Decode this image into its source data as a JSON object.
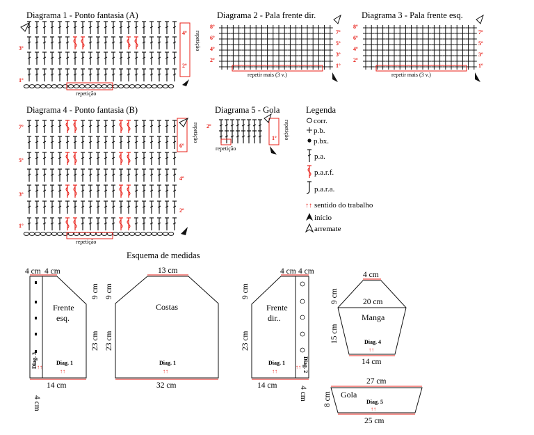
{
  "diagram1": {
    "title": "Diagrama 1 - Ponto fantasia (A)",
    "rows": [
      "1º",
      "2º",
      "3º",
      "4º"
    ],
    "side_label": "repetição",
    "repeat_label": "repetição"
  },
  "diagram2": {
    "title": "Diagrama 2 - Pala frente dir.",
    "left_rows": [
      "8º",
      "6º",
      "4º",
      "2º"
    ],
    "right_rows": [
      "7º",
      "5º",
      "3º",
      "1º"
    ],
    "repeat_label": "repetir mais (3 v.)"
  },
  "diagram3": {
    "title": "Diagrama 3 - Pala frente esq.",
    "left_rows": [
      "8º",
      "6º",
      "4º",
      "2º"
    ],
    "right_rows": [
      "7º",
      "5º",
      "3º",
      "1º"
    ],
    "repeat_label": "repetir mais (3 v.)"
  },
  "diagram4": {
    "title": "Diagrama 4 - Ponto fantasia (B)",
    "left_rows": [
      "7º",
      "5º",
      "3º",
      "1º"
    ],
    "right_rows": [
      "6º",
      "4º",
      "2º"
    ],
    "side_label": "repetição",
    "repeat_label": "repetição"
  },
  "diagram5": {
    "title": "Diagrama 5 - Gola",
    "left_rows": [
      "2º"
    ],
    "right_rows": [
      "1º"
    ],
    "side_label": "repetição",
    "repeat_label": "repetição"
  },
  "legend": {
    "title": "Legenda",
    "items": [
      {
        "icon": "corr-icon",
        "label": "corr."
      },
      {
        "icon": "pb-icon",
        "label": "p.b."
      },
      {
        "icon": "pbx-icon",
        "label": "p.bx."
      },
      {
        "icon": "pa-icon",
        "label": "p.a."
      },
      {
        "icon": "parf-icon",
        "label": "p.a.r.f."
      },
      {
        "icon": "para-icon",
        "label": "p.a.r.a."
      },
      {
        "icon": "direction-arrows-icon",
        "label": "sentido do trabalho"
      },
      {
        "icon": "start-arrow-icon",
        "label": "início"
      },
      {
        "icon": "finish-arrow-icon",
        "label": "arremate"
      }
    ]
  },
  "schema": {
    "title": "Esquema de medidas",
    "front_left": {
      "name_line1": "Frente",
      "name_line2": "esq.",
      "top_left": "4 cm",
      "top_right": "4 cm",
      "side_top": "9 cm",
      "side_mid": "23 cm",
      "bottom": "14 cm",
      "bottom_left": "4 cm",
      "diag": "Diag. 1",
      "band_diag": "Diag. 3"
    },
    "back": {
      "name": "Costas",
      "top": "13 cm",
      "side_top": "9 cm",
      "side_mid": "23 cm",
      "bottom": "32 cm",
      "diag": "Diag. 1"
    },
    "front_right": {
      "name_line1": "Frente",
      "name_line2": "dir..",
      "top_left": "4 cm",
      "top_right": "4 cm",
      "side_top": "9 cm",
      "side_mid": "23 cm",
      "bottom": "14 cm",
      "bottom_right": "4 cm",
      "diag": "Diag. 1",
      "band_diag": "Diag. 2"
    },
    "sleeve": {
      "name": "Manga",
      "top": "4 cm",
      "mid_width": "20 cm",
      "side_top": "9 cm",
      "side_bottom": "15 cm",
      "bottom": "14 cm",
      "diag": "Diag. 4"
    },
    "collar": {
      "name": "Gola",
      "top": "27 cm",
      "side": "8 cm",
      "bottom": "25 cm",
      "diag": "Diag. 5"
    },
    "arrows": "↑↑"
  },
  "colors": {
    "red": "#e8211a",
    "ink": "#111111"
  }
}
